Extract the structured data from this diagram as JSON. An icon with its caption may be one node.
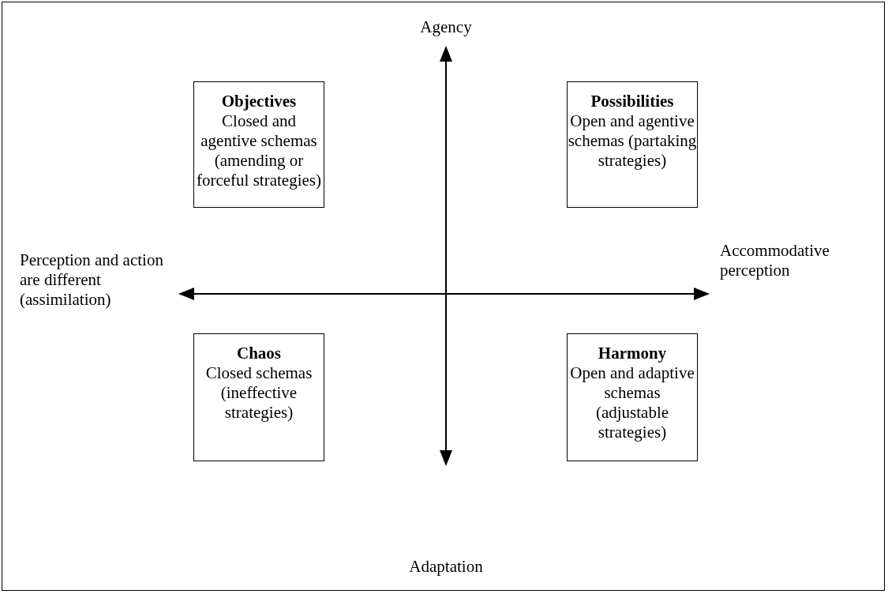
{
  "diagram": {
    "nodes": [
      {
        "text": [
          "Objectives",
          "Closed and agentive schemas (amending or forceful strategies)"
        ]
      },
      {
        "text": [
          "Possibilities",
          "Open and agentive schemas (partaking strategies)"
        ]
      },
      {
        "text": [
          "Chaos",
          "Closed schemas (ineffective strategies)"
        ]
      },
      {
        "text": [
          "Harmony",
          "Open and adaptive schemas (adjustable strategies)"
        ]
      }
    ],
    "edges": [],
    "labels": [
      "Agency",
      "Accommodative perception",
      "Perception and action are different (assimilation)",
      "Adaptation"
    ]
  }
}
